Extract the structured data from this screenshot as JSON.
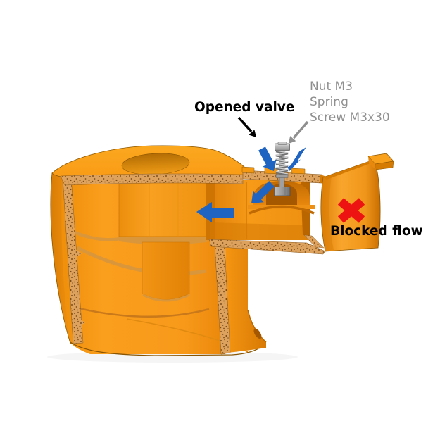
{
  "diagram": {
    "callouts": {
      "opened_valve": {
        "text": "Opened valve"
      },
      "fasteners": {
        "line1": "Nut M3",
        "line2": "Spring",
        "line3": "Screw M3x30"
      },
      "blocked_flow": {
        "text": "Blocked flow"
      }
    },
    "icons": {
      "blocked_marker": "red-x-icon",
      "flow_arrows": "blue-flow-arrow-icon",
      "opened_valve_pointer": "black-arrow-icon",
      "fastener_pointer": "gray-arrow-icon"
    },
    "colors": {
      "page_bg": "#ffffff",
      "body_orange": "#f8991d",
      "body_orange_dark": "#df7f04",
      "body_orange_deep": "#c06a02",
      "section_tan": "#dda35e",
      "section_dot": "#7d4e1c",
      "edge_line": "#8a5500",
      "hardware_gray": "#9a9a9a",
      "flow_blue": "#2064c2",
      "blocked_red": "#ee1313",
      "label_black": "#000000",
      "label_gray": "#8f8f8f"
    }
  }
}
